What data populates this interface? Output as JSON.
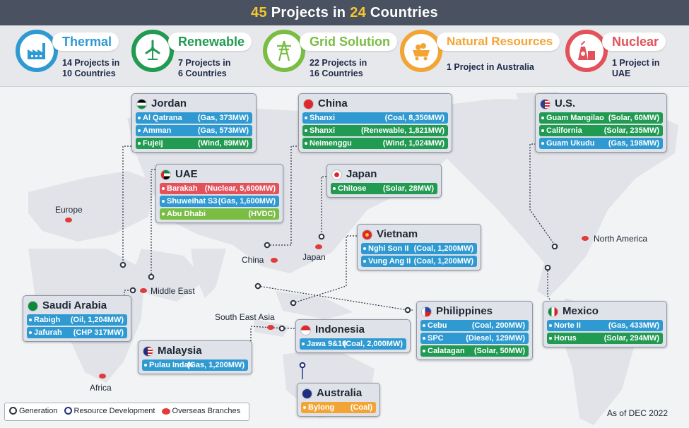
{
  "header": {
    "count_projects": "45",
    "projects_text": "Projects in",
    "count_countries": "24",
    "countries_text": "Countries"
  },
  "categories": [
    {
      "label": "Thermal",
      "line1": "14 Projects in",
      "line2": "10 Countries",
      "color": "#2f9ad2",
      "icon": "factory-icon"
    },
    {
      "label": "Renewable",
      "line1": "7 Projects in",
      "line2": "6 Countries",
      "color": "#219a52",
      "icon": "wind-turbine-icon"
    },
    {
      "label": "Grid Solution",
      "line1": "22 Projects in",
      "line2": "16 Countries",
      "color": "#79bd45",
      "icon": "power-tower-icon"
    },
    {
      "label": "Natural Resources",
      "line1": "1 Project in Australia",
      "line2": "",
      "color": "#f2a535",
      "icon": "mine-cart-icon"
    },
    {
      "label": "Nuclear",
      "line1": "1 Project in",
      "line2": "UAE",
      "color": "#e3525a",
      "icon": "nuclear-plant-icon"
    }
  ],
  "countries": {
    "jordan": {
      "name": "Jordan",
      "rows": [
        {
          "name": "Al Qatrana",
          "detail": "(Gas, 373MW)"
        },
        {
          "name": "Amman",
          "detail": "(Gas, 573MW)"
        },
        {
          "name": "Fujeij",
          "detail": "(Wind, 89MW)"
        }
      ]
    },
    "uae": {
      "name": "UAE",
      "rows": [
        {
          "name": "Barakah",
          "detail": "(Nuclear, 5,600MW)"
        },
        {
          "name": "Shuweihat S3",
          "detail": "(Gas, 1,600MW)"
        },
        {
          "name": "Abu Dhabi",
          "detail": "(HVDC)"
        }
      ]
    },
    "china": {
      "name": "China",
      "rows": [
        {
          "name": "Shanxi",
          "detail": "(Coal, 8,350MW)"
        },
        {
          "name": "Shanxi",
          "detail": "(Renewable, 1,821MW)"
        },
        {
          "name": "Neimenggu",
          "detail": "(Wind, 1,024MW)"
        }
      ]
    },
    "japan": {
      "name": "Japan",
      "rows": [
        {
          "name": "Chitose",
          "detail": "(Solar, 28MW)"
        }
      ]
    },
    "us": {
      "name": "U.S.",
      "rows": [
        {
          "name": "Guam Mangilao",
          "detail": "(Solar, 60MW)"
        },
        {
          "name": "California",
          "detail": "(Solar, 235MW)"
        },
        {
          "name": "Guam Ukudu",
          "detail": "(Gas, 198MW)"
        }
      ]
    },
    "vietnam": {
      "name": "Vietnam",
      "rows": [
        {
          "name": "Nghi Son II",
          "detail": "(Coal, 1,200MW)"
        },
        {
          "name": "Vung Ang II",
          "detail": "(Coal, 1,200MW)"
        }
      ]
    },
    "saudi": {
      "name": "Saudi Arabia",
      "rows": [
        {
          "name": "Rabigh",
          "detail": "(Oil, 1,204MW)"
        },
        {
          "name": "Jafurah",
          "detail": "(CHP 317MW)"
        }
      ]
    },
    "malaysia": {
      "name": "Malaysia",
      "rows": [
        {
          "name": "Pulau Indah",
          "detail": "(Gas, 1,200MW)"
        }
      ]
    },
    "indonesia": {
      "name": "Indonesia",
      "rows": [
        {
          "name": "Jawa 9&10",
          "detail": "(Coal, 2,000MW)"
        }
      ]
    },
    "philippines": {
      "name": "Philippines",
      "rows": [
        {
          "name": "Cebu",
          "detail": "(Coal, 200MW)"
        },
        {
          "name": "SPC",
          "detail": "(Diesel, 129MW)"
        },
        {
          "name": "Calatagan",
          "detail": "(Solar, 50MW)"
        }
      ]
    },
    "mexico": {
      "name": "Mexico",
      "rows": [
        {
          "name": "Norte II",
          "detail": "(Gas, 433MW)"
        },
        {
          "name": "Horus",
          "detail": "(Solar, 294MW)"
        }
      ]
    },
    "australia": {
      "name": "Australia",
      "rows": [
        {
          "name": "Bylong",
          "detail": "(Coal)"
        }
      ]
    }
  },
  "map_labels": {
    "europe": "Europe",
    "middle_east": "Middle East",
    "africa": "Africa",
    "china": "China",
    "japan": "Japan",
    "south_east_asia": "South East Asia",
    "north_america": "North America"
  },
  "legend": {
    "generation": "Generation",
    "resource": "Resource Development",
    "branches": "Overseas Branches"
  },
  "footer": {
    "as_of": "As of DEC 2022"
  },
  "colors": {
    "thermal": "#2f9ad2",
    "renewable": "#219a52",
    "grid": "#79bd45",
    "resources": "#f2a535",
    "nuclear": "#e3525a",
    "header": "#4a5262",
    "highlight": "#f6c72a"
  }
}
